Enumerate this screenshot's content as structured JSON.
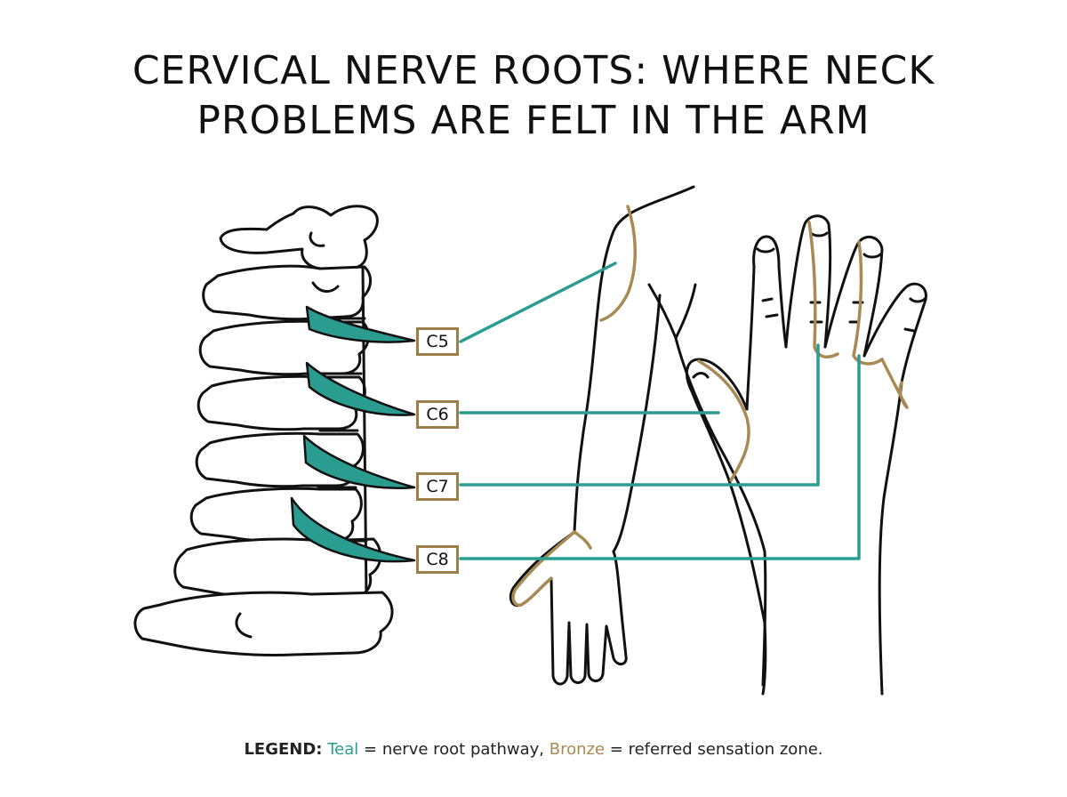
{
  "title": {
    "line1": "CERVICAL NERVE ROOTS: WHERE NECK",
    "line2": "PROBLEMS ARE FELT IN THE ARM"
  },
  "roots": [
    {
      "label": "C5"
    },
    {
      "label": "C6"
    },
    {
      "label": "C7"
    },
    {
      "label": "C8"
    }
  ],
  "legend": {
    "prefix": "LEGEND:",
    "teal_word": "Teal",
    "teal_text": "= nerve root pathway,",
    "bronze_word": "Bronze",
    "bronze_text": "= referred sensation zone."
  },
  "colors": {
    "nerve": "#2a9d90",
    "zone": "#a88a55",
    "outline": "#111111"
  }
}
